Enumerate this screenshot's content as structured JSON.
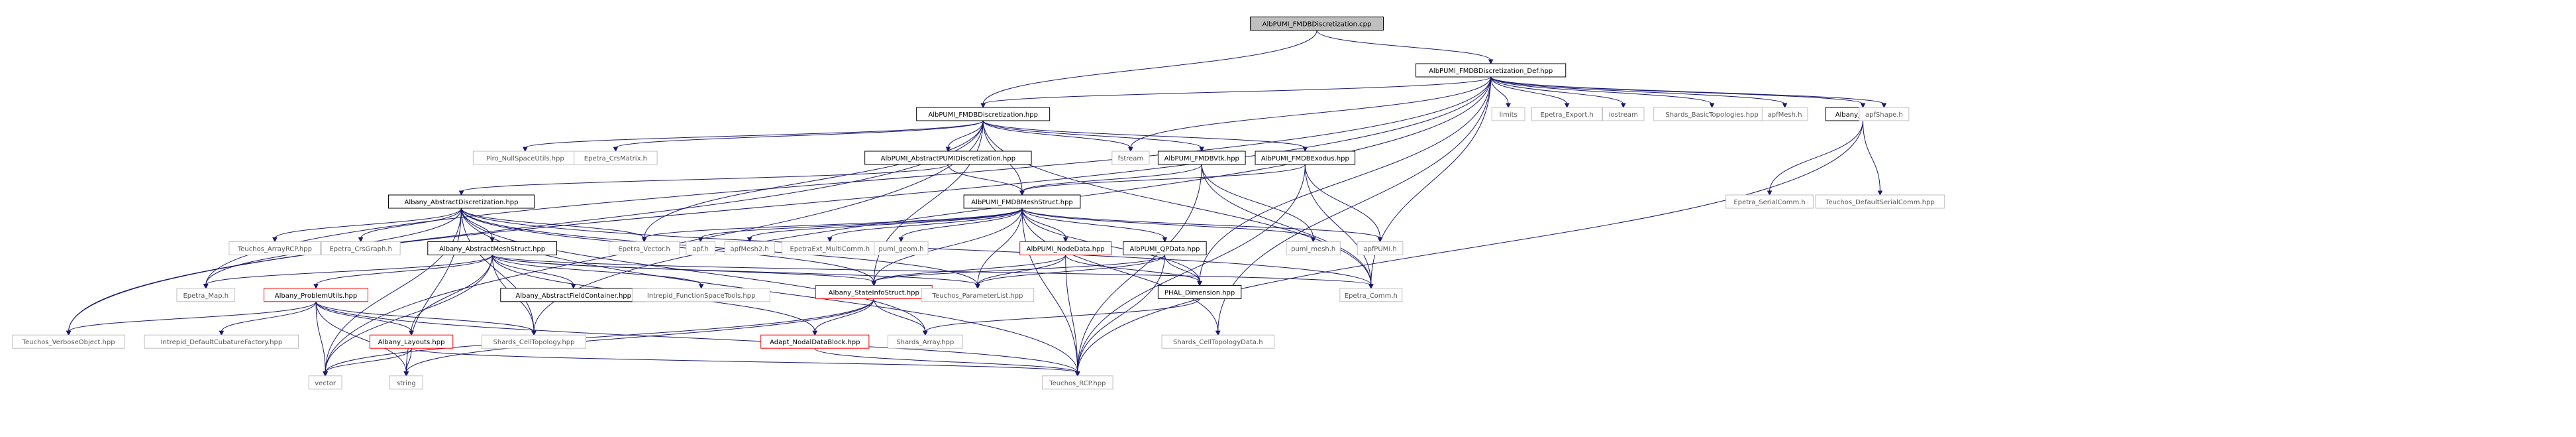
{
  "nodes": [
    {
      "id": "n0",
      "label": "AlbPUMI_FMDBDiscretization.cpp",
      "kind": "root"
    },
    {
      "id": "n1",
      "label": "AlbPUMI_FMDBDiscretization_Def.hpp",
      "kind": "header"
    },
    {
      "id": "n2",
      "label": "AlbPUMI_FMDBDiscretization.hpp",
      "kind": "header"
    },
    {
      "id": "n3",
      "label": "AlbPUMI_AbstractPUMIDiscretization.hpp",
      "kind": "header"
    },
    {
      "id": "n4",
      "label": "Albany_AbstractDiscretization.hpp",
      "kind": "header"
    },
    {
      "id": "n5",
      "label": "Albany_AbstractMeshStruct.hpp",
      "kind": "header"
    },
    {
      "id": "n6",
      "label": "AlbPUMI_FMDBVtk.hpp",
      "kind": "header"
    },
    {
      "id": "n7",
      "label": "AlbPUMI_FMDBExodus.hpp",
      "kind": "header"
    },
    {
      "id": "n8",
      "label": "AlbPUMI_FMDBMeshStruct.hpp",
      "kind": "header"
    },
    {
      "id": "n9",
      "label": "Albany_Utils.hpp",
      "kind": "header"
    },
    {
      "id": "n10",
      "label": "AlbPUMI_NodeData.hpp",
      "kind": "missing"
    },
    {
      "id": "n11",
      "label": "AlbPUMI_QPData.hpp",
      "kind": "header"
    },
    {
      "id": "n12",
      "label": "Albany_ProblemUtils.hpp",
      "kind": "missing"
    },
    {
      "id": "n13",
      "label": "Albany_StateInfoStruct.hpp",
      "kind": "missing"
    },
    {
      "id": "n14",
      "label": "Albany_Layouts.hpp",
      "kind": "missing"
    },
    {
      "id": "n15",
      "label": "Adapt_NodalDataBlock.hpp",
      "kind": "missing"
    },
    {
      "id": "n16",
      "label": "PHAL_Dimension.hpp",
      "kind": "header"
    },
    {
      "id": "n17",
      "label": "Albany_AbstractFieldContainer.hpp",
      "kind": "header"
    },
    {
      "id": "n18",
      "label": "Piro_NullSpaceUtils.hpp",
      "kind": "system"
    },
    {
      "id": "n19",
      "label": "Epetra_CrsMatrix.h",
      "kind": "system"
    },
    {
      "id": "n20",
      "label": "fstream",
      "kind": "system"
    },
    {
      "id": "n21",
      "label": "limits",
      "kind": "system"
    },
    {
      "id": "n22",
      "label": "Epetra_Export.h",
      "kind": "system"
    },
    {
      "id": "n23",
      "label": "iostream",
      "kind": "system"
    },
    {
      "id": "n24",
      "label": "Shards_BasicTopologies.hpp",
      "kind": "system"
    },
    {
      "id": "n25",
      "label": "apfMesh.h",
      "kind": "system"
    },
    {
      "id": "n26",
      "label": "apfShape.h",
      "kind": "system"
    },
    {
      "id": "n27",
      "label": "Epetra_SerialComm.h",
      "kind": "system"
    },
    {
      "id": "n28",
      "label": "Teuchos_DefaultSerialComm.hpp",
      "kind": "system"
    },
    {
      "id": "n29",
      "label": "Teuchos_ArrayRCP.hpp",
      "kind": "system"
    },
    {
      "id": "n30",
      "label": "Epetra_CrsGraph.h",
      "kind": "system"
    },
    {
      "id": "n31",
      "label": "Epetra_Vector.h",
      "kind": "system"
    },
    {
      "id": "n32",
      "label": "apf.h",
      "kind": "system"
    },
    {
      "id": "n33",
      "label": "apfMesh2.h",
      "kind": "system"
    },
    {
      "id": "n34",
      "label": "EpetraExt_MultiComm.h",
      "kind": "system"
    },
    {
      "id": "n35",
      "label": "pumi_geom.h",
      "kind": "system"
    },
    {
      "id": "n36",
      "label": "pumi_mesh.h",
      "kind": "system"
    },
    {
      "id": "n37",
      "label": "apfPUMI.h",
      "kind": "system"
    },
    {
      "id": "n38",
      "label": "Epetra_Map.h",
      "kind": "system"
    },
    {
      "id": "n39",
      "label": "Intrepid_FunctionSpaceTools.hpp",
      "kind": "system"
    },
    {
      "id": "n40",
      "label": "Teuchos_ParameterList.hpp",
      "kind": "system"
    },
    {
      "id": "n41",
      "label": "Epetra_Comm.h",
      "kind": "system"
    },
    {
      "id": "n42",
      "label": "Teuchos_VerboseObject.hpp",
      "kind": "system"
    },
    {
      "id": "n43",
      "label": "Intrepid_DefaultCubatureFactory.hpp",
      "kind": "system"
    },
    {
      "id": "n44",
      "label": "Shards_CellTopology.hpp",
      "kind": "system"
    },
    {
      "id": "n45",
      "label": "Shards_Array.hpp",
      "kind": "system"
    },
    {
      "id": "n46",
      "label": "Shards_CellTopologyData.h",
      "kind": "system"
    },
    {
      "id": "n47",
      "label": "vector",
      "kind": "system"
    },
    {
      "id": "n48",
      "label": "string",
      "kind": "system"
    },
    {
      "id": "n49",
      "label": "Teuchos_RCP.hpp",
      "kind": "system"
    }
  ],
  "edges": [
    [
      "n0",
      "n1"
    ],
    [
      "n0",
      "n2"
    ],
    [
      "n1",
      "n2"
    ],
    [
      "n1",
      "n20"
    ],
    [
      "n1",
      "n21"
    ],
    [
      "n1",
      "n22"
    ],
    [
      "n1",
      "n23"
    ],
    [
      "n1",
      "n24"
    ],
    [
      "n1",
      "n25"
    ],
    [
      "n1",
      "n26"
    ],
    [
      "n1",
      "n9"
    ],
    [
      "n1",
      "n38"
    ],
    [
      "n1",
      "n16"
    ],
    [
      "n1",
      "n41"
    ],
    [
      "n1",
      "n46"
    ],
    [
      "n1",
      "n42"
    ],
    [
      "n1",
      "n44"
    ],
    [
      "n2",
      "n18"
    ],
    [
      "n2",
      "n19"
    ],
    [
      "n2",
      "n3"
    ],
    [
      "n2",
      "n6"
    ],
    [
      "n2",
      "n7"
    ],
    [
      "n2",
      "n8"
    ],
    [
      "n2",
      "n31"
    ],
    [
      "n2",
      "n13"
    ],
    [
      "n2",
      "n20"
    ],
    [
      "n2",
      "n41"
    ],
    [
      "n2",
      "n47"
    ],
    [
      "n2",
      "n42"
    ],
    [
      "n3",
      "n4"
    ],
    [
      "n3",
      "n8"
    ],
    [
      "n4",
      "n29"
    ],
    [
      "n4",
      "n30"
    ],
    [
      "n4",
      "n31"
    ],
    [
      "n4",
      "n5"
    ],
    [
      "n4",
      "n38"
    ],
    [
      "n4",
      "n13"
    ],
    [
      "n4",
      "n40"
    ],
    [
      "n4",
      "n41"
    ],
    [
      "n4",
      "n47"
    ],
    [
      "n4",
      "n48"
    ],
    [
      "n4",
      "n49"
    ],
    [
      "n5",
      "n38"
    ],
    [
      "n5",
      "n12"
    ],
    [
      "n5",
      "n17"
    ],
    [
      "n5",
      "n39"
    ],
    [
      "n5",
      "n40"
    ],
    [
      "n5",
      "n13"
    ],
    [
      "n5",
      "n14"
    ],
    [
      "n5",
      "n44"
    ],
    [
      "n5",
      "n15"
    ],
    [
      "n5",
      "n41"
    ],
    [
      "n5",
      "n47"
    ],
    [
      "n6",
      "n8"
    ],
    [
      "n6",
      "n36"
    ],
    [
      "n6",
      "n41"
    ],
    [
      "n6",
      "n49"
    ],
    [
      "n7",
      "n8"
    ],
    [
      "n7",
      "n37"
    ],
    [
      "n7",
      "n41"
    ],
    [
      "n7",
      "n49"
    ],
    [
      "n8",
      "n31"
    ],
    [
      "n8",
      "n32"
    ],
    [
      "n8",
      "n33"
    ],
    [
      "n8",
      "n34"
    ],
    [
      "n8",
      "n35"
    ],
    [
      "n8",
      "n10"
    ],
    [
      "n8",
      "n11"
    ],
    [
      "n8",
      "n36"
    ],
    [
      "n8",
      "n37"
    ],
    [
      "n8",
      "n13"
    ],
    [
      "n8",
      "n40"
    ],
    [
      "n8",
      "n16"
    ],
    [
      "n8",
      "n46"
    ],
    [
      "n8",
      "n49"
    ],
    [
      "n9",
      "n27"
    ],
    [
      "n9",
      "n28"
    ],
    [
      "n9",
      "n49"
    ],
    [
      "n10",
      "n13"
    ],
    [
      "n10",
      "n40"
    ],
    [
      "n10",
      "n16"
    ],
    [
      "n10",
      "n49"
    ],
    [
      "n11",
      "n13"
    ],
    [
      "n11",
      "n40"
    ],
    [
      "n11",
      "n16"
    ],
    [
      "n11",
      "n49"
    ],
    [
      "n12",
      "n42"
    ],
    [
      "n12",
      "n43"
    ],
    [
      "n12",
      "n44"
    ],
    [
      "n12",
      "n14"
    ],
    [
      "n12",
      "n47"
    ],
    [
      "n12",
      "n48"
    ],
    [
      "n12",
      "n49"
    ],
    [
      "n13",
      "n15"
    ],
    [
      "n13",
      "n45"
    ],
    [
      "n13",
      "n47"
    ],
    [
      "n13",
      "n48"
    ],
    [
      "n14",
      "n47"
    ],
    [
      "n14",
      "n48"
    ],
    [
      "n14",
      "n49"
    ],
    [
      "n15",
      "n49"
    ],
    [
      "n16",
      "n45"
    ],
    [
      "n4",
      "n44"
    ],
    [
      "n4",
      "n45"
    ]
  ],
  "colors": {
    "edge": "#191970",
    "node_border": "#000000",
    "system_border": "#bfbfbf",
    "missing_border": "#ff0000",
    "root_fill": "#bfbfbf",
    "text": "#000000",
    "system_text": "#555555"
  }
}
